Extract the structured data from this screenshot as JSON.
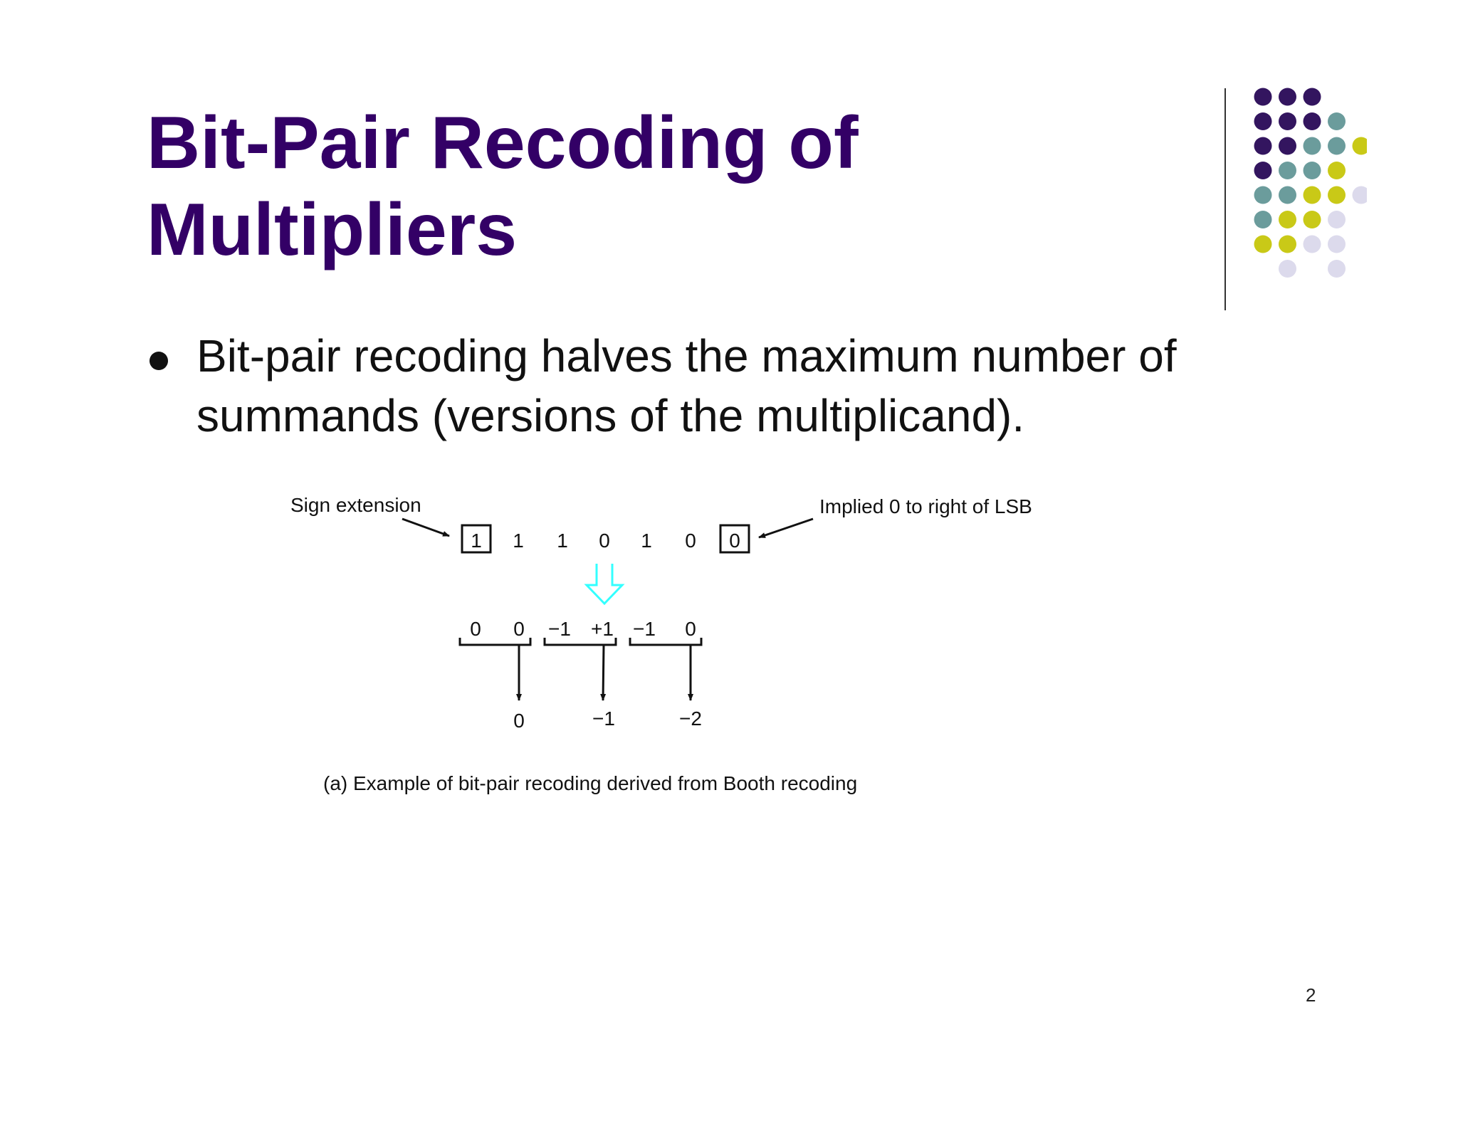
{
  "slide": {
    "title_lines": [
      "Bit-Pair Recoding of",
      "Multipliers"
    ],
    "bullet_lines": [
      "Bit-pair recoding halves the maximum number of",
      "summands (versions of the multiplicand)."
    ],
    "page_number": "2"
  },
  "colors": {
    "title": "#330066",
    "dot_purple": "#33155f",
    "dot_teal": "#6b9c9c",
    "dot_olive": "#c9c917",
    "dot_lavender": "#dcdaec",
    "arrow_cyan": "#33ffff"
  },
  "diagram": {
    "sign_extension_label": "Sign extension",
    "implied_label": "Implied 0 to right of LSB",
    "multiplier_bits": [
      "1",
      "1",
      "1",
      "0",
      "1",
      "0",
      "0"
    ],
    "booth_digits": [
      "0",
      "0",
      "−1",
      "+1",
      "−1",
      "0"
    ],
    "bit_pair_digits": [
      "0",
      "−1",
      "−2"
    ],
    "caption": "(a)  Example of bit-pair recoding derived from Booth recoding"
  }
}
